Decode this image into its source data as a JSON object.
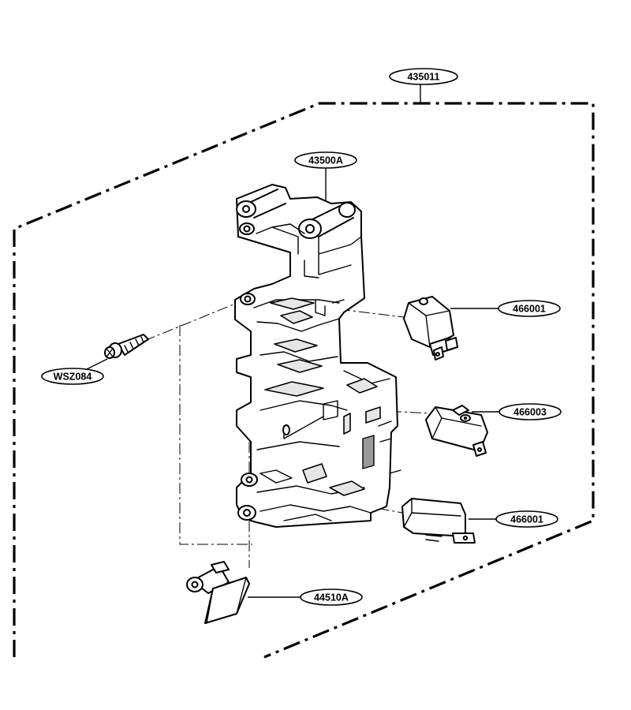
{
  "callouts": {
    "assembly": "435011",
    "frame": "43500A",
    "screw": "WSZ084",
    "switch_upper": "466001",
    "switch_middle": "466003",
    "switch_lower": "466001",
    "lever": "44510A"
  }
}
